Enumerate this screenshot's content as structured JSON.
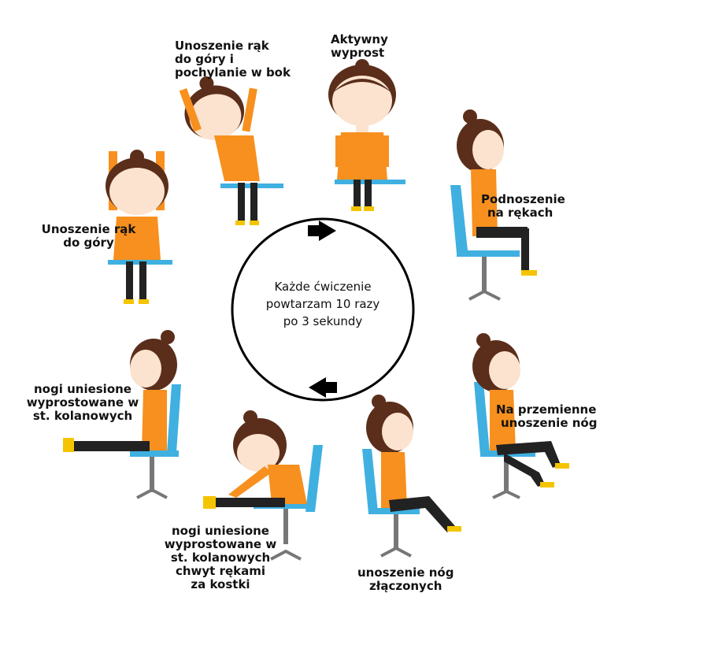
{
  "center": {
    "lines": [
      "Każde ćwiczenie",
      "powtarzam 10 razy",
      "po 3 sekundy"
    ]
  },
  "exercises": [
    {
      "id": "aktywny-wyprost",
      "lines": [
        "Aktywny",
        "wyprost"
      ]
    },
    {
      "id": "podnoszenie-na-rekach",
      "lines": [
        "Podnoszenie",
        "na rękach"
      ]
    },
    {
      "id": "na-przemienne-unoszenie-nog",
      "lines": [
        "Na przemienne",
        "unoszenie nóg"
      ]
    },
    {
      "id": "unoszenie-nog-zlaczonych",
      "lines": [
        "unoszenie nóg",
        "złączonych"
      ]
    },
    {
      "id": "nogi-uniesione-chwyt",
      "lines": [
        "nogi uniesione",
        "wyprostowane w",
        "st. kolanowych",
        "chwyt rękami",
        "za kostki"
      ]
    },
    {
      "id": "nogi-uniesione",
      "lines": [
        "nogi uniesione",
        "wyprostowane w",
        "st. kolanowych"
      ]
    },
    {
      "id": "unoszenie-rak-do-gory",
      "lines": [
        "Unoszenie rąk",
        "do góry"
      ]
    },
    {
      "id": "unoszenie-rak-pochylanie",
      "lines": [
        "Unoszenie rąk",
        "do góry i",
        "pochylanie w bok"
      ]
    }
  ],
  "colors": {
    "shirt": "#f7901e",
    "hair": "#5a2e1a",
    "skin": "#fbe3cf",
    "chair": "#3fb0e0",
    "pants": "#222222",
    "shoes": "#f5c400",
    "cycle": "#000000"
  }
}
